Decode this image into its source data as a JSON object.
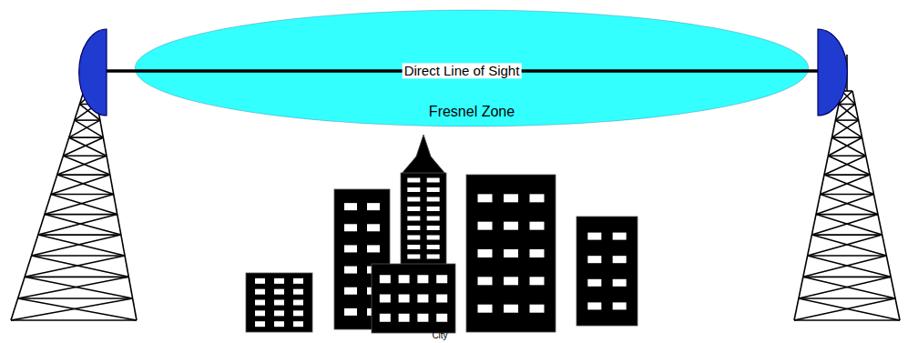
{
  "diagram": {
    "nodes": [
      {
        "text": [
          "Fresnel Zone"
        ]
      }
    ],
    "labels": [
      "Direct Line of Sight",
      "City"
    ]
  }
}
